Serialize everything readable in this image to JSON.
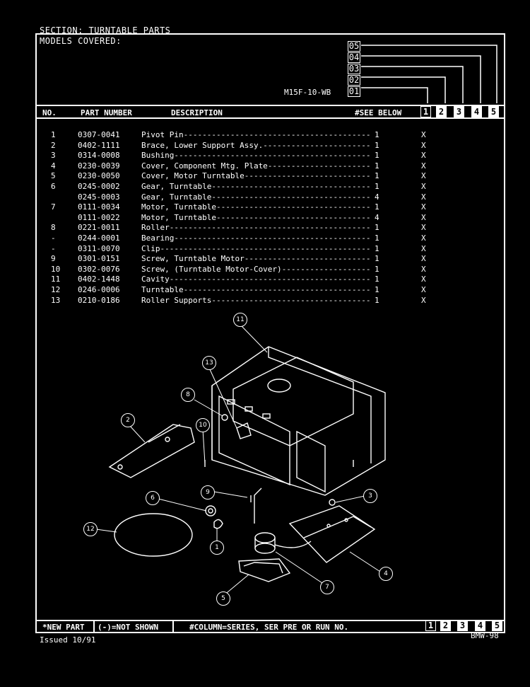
{
  "header": {
    "section": "SECTION: TURNTABLE PARTS",
    "models_label": "MODELS COVERED:",
    "model_name": "M15F-10-WB",
    "series_codes": [
      "05",
      "04",
      "03",
      "02",
      "01"
    ],
    "col_no": "NO.",
    "col_part": "PART NUMBER",
    "col_desc": "DESCRIPTION",
    "col_see": "#SEE BELOW",
    "series_boxes": [
      "1",
      "2",
      "3",
      "4",
      "5"
    ]
  },
  "parts": [
    {
      "no": "1",
      "part": "0307-0041",
      "desc": "Pivot Pin",
      "qty": "1",
      "mark": "X"
    },
    {
      "no": "2",
      "part": "0402-1111",
      "desc": "Brace, Lower Support Assy.",
      "qty": "1",
      "mark": "X"
    },
    {
      "no": "3",
      "part": "0314-0008",
      "desc": "Bushing",
      "qty": "1",
      "mark": "X"
    },
    {
      "no": "4",
      "part": "0230-0039",
      "desc": "Cover, Component Mtg. Plate",
      "qty": "1",
      "mark": "X"
    },
    {
      "no": "5",
      "part": "0230-0050",
      "desc": "Cover, Motor Turntable",
      "qty": "1",
      "mark": "X"
    },
    {
      "no": "6",
      "part": "0245-0002",
      "desc": "Gear, Turntable",
      "qty": "1",
      "mark": "X"
    },
    {
      "no": "",
      "part": "0245-0003",
      "desc": "Gear, Turntable",
      "qty": "4",
      "mark": "X"
    },
    {
      "no": "7",
      "part": "0111-0034",
      "desc": "Motor, Turntable",
      "qty": "1",
      "mark": "X"
    },
    {
      "no": "",
      "part": "0111-0022",
      "desc": "Motor, Turntable",
      "qty": "4",
      "mark": "X"
    },
    {
      "no": "8",
      "part": "0221-0011",
      "desc": "Roller",
      "qty": "1",
      "mark": "X"
    },
    {
      "no": "-",
      "part": "0244-0001",
      "desc": "Bearing",
      "qty": "1",
      "mark": "X"
    },
    {
      "no": "-",
      "part": "0311-0070",
      "desc": "Clip",
      "qty": "1",
      "mark": "X"
    },
    {
      "no": "9",
      "part": "0301-0151",
      "desc": "Screw, Turntable Motor",
      "qty": "1",
      "mark": "X"
    },
    {
      "no": "10",
      "part": "0302-0076",
      "desc": "Screw, (Turntable Motor-Cover)",
      "qty": "1",
      "mark": "X"
    },
    {
      "no": "11",
      "part": "0402-1448",
      "desc": "Cavity",
      "qty": "1",
      "mark": "X"
    },
    {
      "no": "12",
      "part": "0246-0006",
      "desc": "Turntable",
      "qty": "1",
      "mark": "X"
    },
    {
      "no": "13",
      "part": "0210-0186",
      "desc": "Roller Supports",
      "qty": "1",
      "mark": "X"
    }
  ],
  "callouts": [
    "1",
    "2",
    "3",
    "4",
    "5",
    "6",
    "7",
    "8",
    "9",
    "10",
    "11",
    "12",
    "13"
  ],
  "footer": {
    "new_part": "*NEW PART",
    "not_shown": "(-)=NOT SHOWN",
    "column_note": "#COLUMN=SERIES, SER PRE OR RUN NO.",
    "series_boxes": [
      "1",
      "2",
      "3",
      "4",
      "5"
    ],
    "issued": "Issued 10/91",
    "doc_id": "BMW-98"
  }
}
